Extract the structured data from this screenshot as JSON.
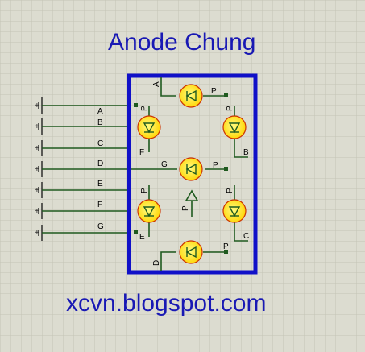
{
  "title": "Anode Chung",
  "footer_text": "xcvn.blogspot.com",
  "colors": {
    "background": "#dcdcd0",
    "grid": "#c4c4b6",
    "frame": "#1010c8",
    "wire": "#1f5a1f",
    "led_fill": "#ffee22",
    "led_ring": "#cc3300",
    "title": "#1919b4"
  },
  "inputs": [
    {
      "label": "A"
    },
    {
      "label": "B"
    },
    {
      "label": "C"
    },
    {
      "label": "D"
    },
    {
      "label": "E"
    },
    {
      "label": "F"
    },
    {
      "label": "G"
    }
  ],
  "segments": [
    {
      "name": "A",
      "anode": "P",
      "orientation": "horizontal",
      "node_label": "A"
    },
    {
      "name": "B",
      "anode": "P",
      "orientation": "vertical",
      "node_label": "B"
    },
    {
      "name": "C",
      "anode": "P",
      "orientation": "vertical",
      "node_label": "C"
    },
    {
      "name": "D",
      "anode": "P",
      "orientation": "horizontal",
      "node_label": "D"
    },
    {
      "name": "E",
      "anode": "P",
      "orientation": "vertical",
      "node_label": "E"
    },
    {
      "name": "F",
      "anode": "P",
      "orientation": "vertical",
      "node_label": "F"
    },
    {
      "name": "G",
      "anode": "P",
      "orientation": "horizontal",
      "node_label": "G"
    }
  ],
  "common_anode_symbol": {
    "icon": "power-arrow-icon",
    "label": "P"
  }
}
